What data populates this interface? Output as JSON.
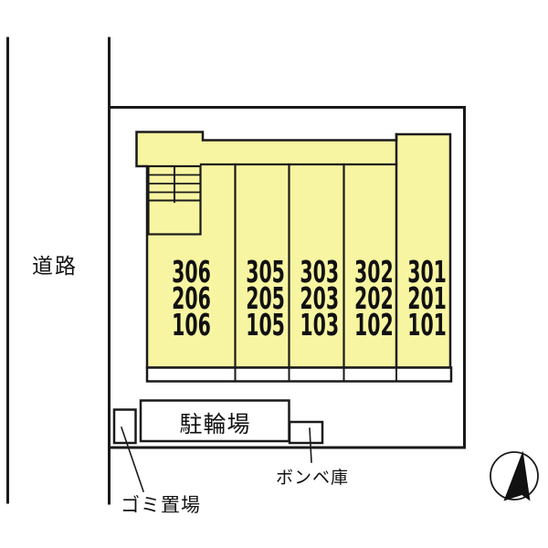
{
  "road": {
    "label": "道路"
  },
  "building": {
    "columns": [
      {
        "rooms": [
          "306",
          "206",
          "106"
        ]
      },
      {
        "rooms": [
          "305",
          "205",
          "105"
        ]
      },
      {
        "rooms": [
          "303",
          "203",
          "103"
        ]
      },
      {
        "rooms": [
          "302",
          "202",
          "102"
        ]
      },
      {
        "rooms": [
          "301",
          "201",
          "101"
        ]
      }
    ]
  },
  "facilities": {
    "bicycle_parking": "駐輪場",
    "gas_cylinder_storage": "ボンベ庫",
    "garbage_area": "ゴミ置場"
  },
  "compass": {
    "icon": "north-arrow-icon",
    "direction": "north"
  },
  "colors": {
    "room_fill": "#F8F5A2",
    "line": "#1A1A1A",
    "background": "#FFFFFF",
    "needle": "#111111"
  }
}
